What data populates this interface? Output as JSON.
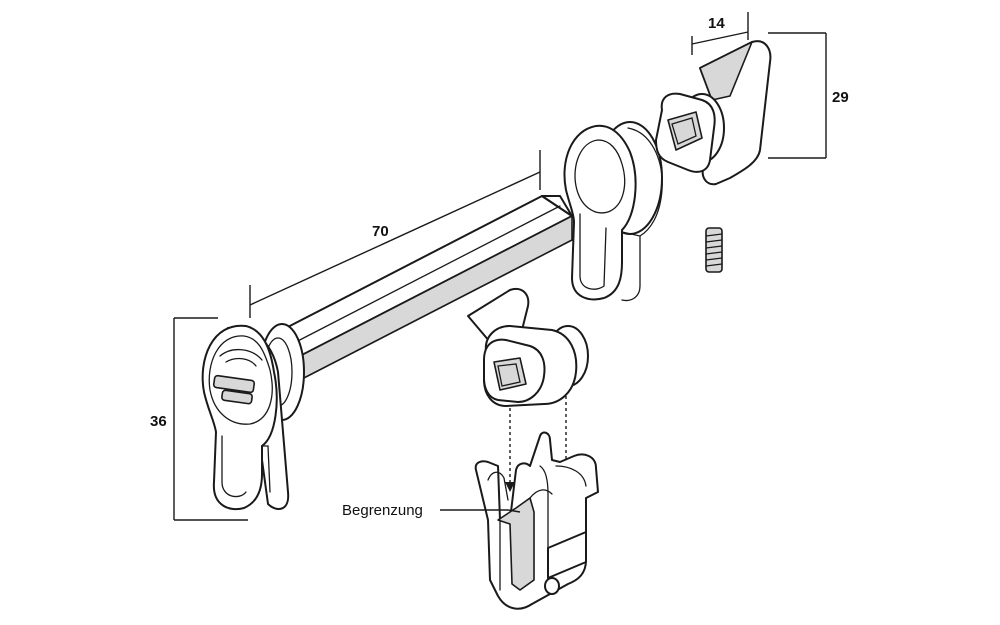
{
  "dimensions": {
    "length": "70",
    "height_left": "36",
    "width_knob": "14",
    "height_knob": "29"
  },
  "labels": {
    "limiter": "Begrenzung"
  }
}
